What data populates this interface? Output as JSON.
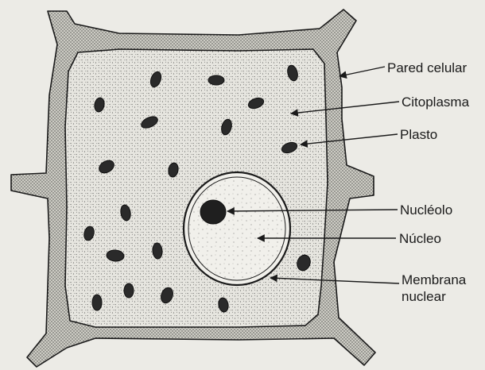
{
  "diagram": {
    "labels": {
      "pared_celular": "Pared celular",
      "citoplasma": "Citoplasma",
      "plasto": "Plasto",
      "nucleolo": "Nucléolo",
      "nucleo": "Núcleo",
      "membrana_nuclear_line1": "Membrana",
      "membrana_nuclear_line2": "nuclear"
    }
  }
}
